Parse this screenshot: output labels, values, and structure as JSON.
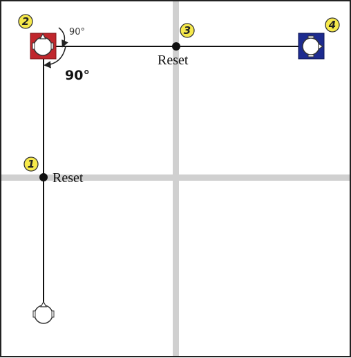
{
  "colors": {
    "frame": "#222222",
    "grid": "#d0d0d0",
    "path": "#111111",
    "start_square": "#c0272d",
    "end_square": "#1d2b8f",
    "badge": "#f6e94b",
    "badge_border": "#333333"
  },
  "icons": {
    "robot": "robot-head-icon",
    "turn_arrow": "curved-arrow-icon",
    "waypoint": "waypoint-dot-icon"
  },
  "waypoints": [
    {
      "number": "1",
      "label": "Reset"
    },
    {
      "number": "2",
      "label": ""
    },
    {
      "number": "3",
      "label": "Reset"
    },
    {
      "number": "4",
      "label": ""
    }
  ],
  "turn": {
    "outer_angle": "90°",
    "inner_angle": "90°"
  }
}
